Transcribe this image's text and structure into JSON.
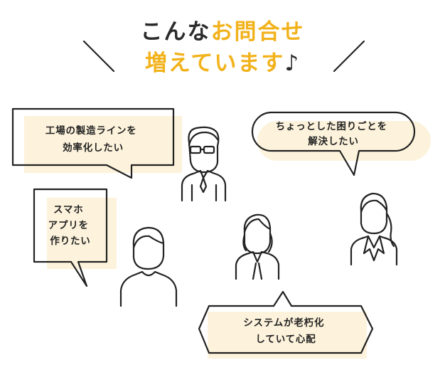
{
  "header": {
    "line1_plain": "こんな",
    "line1_accent": "お問合せ",
    "line2_accent": "増えています",
    "line2_plain": "♪"
  },
  "bubbles": {
    "factory": [
      "工場の製造ラインを",
      "効率化したい"
    ],
    "app": [
      "スマホ",
      "アプリを",
      "作りたい"
    ],
    "trouble": [
      "ちょっとした困りごとを",
      "解決したい"
    ],
    "legacy": [
      "システムが老朽化",
      "していて心配"
    ]
  },
  "colors": {
    "accent": "#f2b21c",
    "note_fill": "#fdf3dc",
    "line": "#222222"
  }
}
